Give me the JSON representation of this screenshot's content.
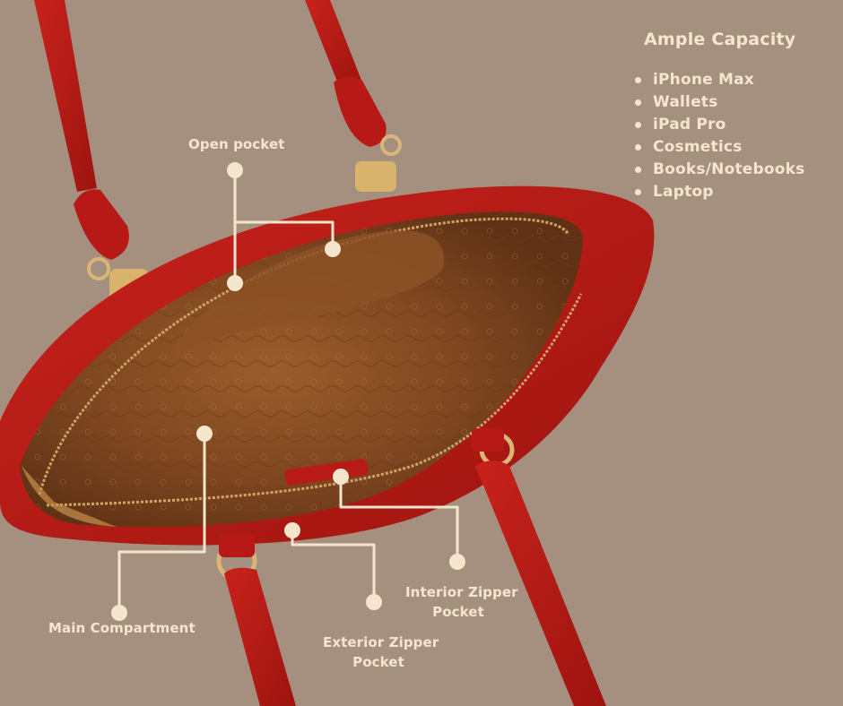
{
  "capacity": {
    "title": "Ample Capacity",
    "items": [
      "iPhone Max",
      "Wallets",
      "iPad Pro",
      "Cosmetics",
      "Books/Notebooks",
      "Laptop"
    ]
  },
  "callouts": {
    "open_pocket": "Open pocket",
    "main_compartment": "Main Compartment",
    "interior_zipper_pocket": [
      "Interior Zipper",
      "Pocket"
    ],
    "exterior_zipper_pocket": [
      "Exterior Zipper",
      "Pocket"
    ]
  },
  "colors": {
    "background": "#a59080",
    "label_text": "#f4e6cc",
    "leader_line": "#f4e6cc",
    "bag_red": "#b81a17",
    "lining": "#8a5023",
    "zipper": "#cfa568"
  }
}
